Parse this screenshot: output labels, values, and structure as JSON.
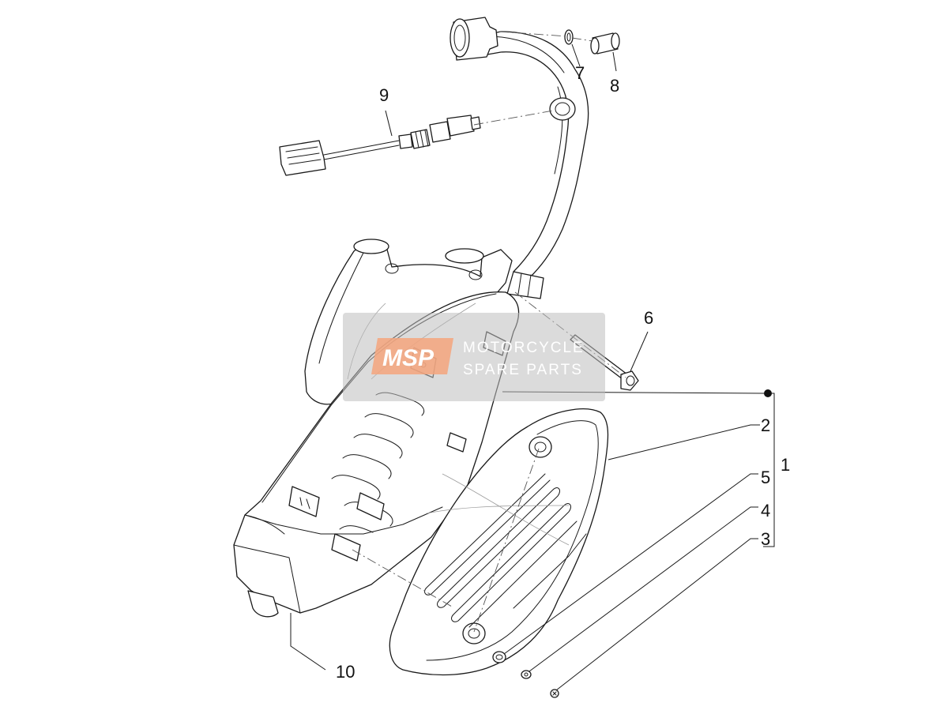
{
  "watermark": {
    "logo": "MSP",
    "line1": "MOTORCYCLE",
    "line2": "SPARE PARTS",
    "logo_color": "#f4a47c",
    "box_color": "#c8c8c8"
  },
  "callouts": [
    {
      "id": "10",
      "label": "10"
    },
    {
      "id": "9",
      "label": "9"
    },
    {
      "id": "8",
      "label": "8"
    },
    {
      "id": "7",
      "label": "7"
    },
    {
      "id": "6",
      "label": "6"
    },
    {
      "id": "5",
      "label": "5"
    },
    {
      "id": "4",
      "label": "4"
    },
    {
      "id": "3",
      "label": "3"
    },
    {
      "id": "2",
      "label": "2"
    },
    {
      "id": "1",
      "label": "1"
    }
  ]
}
